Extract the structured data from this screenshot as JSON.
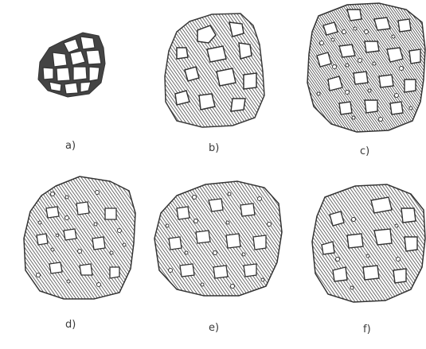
{
  "figure": {
    "ink_color": "#4a4a4a",
    "paper_color": "#ffffff",
    "panels": [
      {
        "id": "a",
        "label": "a)"
      },
      {
        "id": "b",
        "label": "b)"
      },
      {
        "id": "c",
        "label": "c)"
      },
      {
        "id": "d",
        "label": "d)"
      },
      {
        "id": "e",
        "label": "e)"
      },
      {
        "id": "f",
        "label": "f)"
      }
    ]
  }
}
